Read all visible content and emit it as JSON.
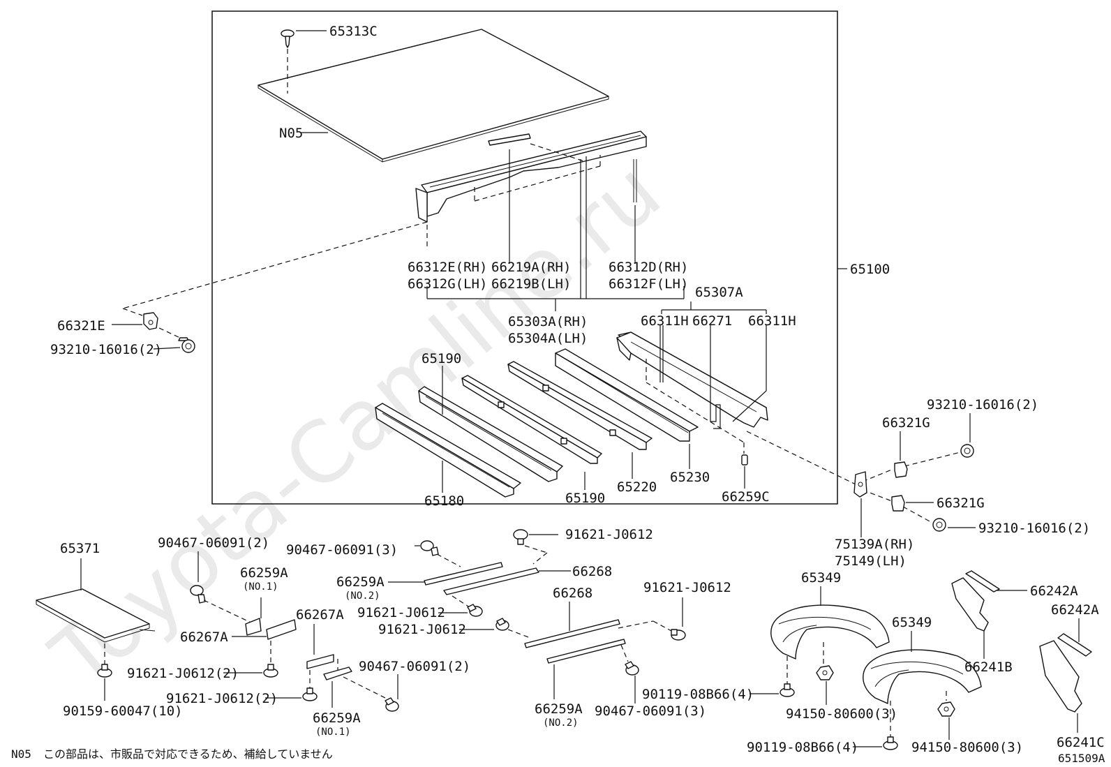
{
  "watermark": "Toyota-Camline.ru",
  "diagram_code": "651509A",
  "footnote": {
    "code": "N05",
    "text": "この部品は、市販品で対応できるため、補給していません"
  },
  "labels": {
    "p65313C": "65313C",
    "pN05": "N05",
    "p66312E": "66312E(RH)",
    "p66312G": "66312G(LH)",
    "p66219A": "66219A(RH)",
    "p66219B": "66219B(LH)",
    "p66312D": "66312D(RH)",
    "p66312F": "66312F(LH)",
    "p65100": "65100",
    "p65307A": "65307A",
    "p66321E": "66321E",
    "p93210_a": "93210-16016(2)",
    "p65303A": "65303A(RH)",
    "p65304A": "65304A(LH)",
    "p66311H_a": "66311H",
    "p66271": "66271",
    "p66311H_b": "66311H",
    "p65190_a": "65190",
    "p65190_b": "65190",
    "p65180": "65180",
    "p65220": "65220",
    "p65230": "65230",
    "p66259C": "66259C",
    "p93210_b": "93210-16016(2)",
    "p66321G_a": "66321G",
    "p66321G_b": "66321G",
    "p93210_c": "93210-16016(2)",
    "p75139A": "75139A(RH)",
    "p75149": "75149(LH)",
    "p65371": "65371",
    "p90467_a": "90467-06091(2)",
    "p90467_b": "90467-06091(3)",
    "p91621_a": "91621-J0612",
    "p66259A_a": "66259A",
    "p66259A_a_sub": "(NO.1)",
    "p66259A_b": "66259A",
    "p66259A_b_sub": "(NO.2)",
    "p66268_a": "66268",
    "p66268_b": "66268",
    "p66267A_a": "66267A",
    "p66267A_b": "66267A",
    "p91621_b": "91621-J0612",
    "p91621_c": "91621-J0612",
    "p91621_d": "91621-J0612",
    "p91621_e": "91621-J0612(2)",
    "p91621_f": "91621-J0612(2)",
    "p90467_c": "90467-06091(2)",
    "p90159": "90159-60047(10)",
    "p66259A_c": "66259A",
    "p66259A_c_sub": "(NO.1)",
    "p66259A_d": "66259A",
    "p66259A_d_sub": "(NO.2)",
    "p90467_d": "90467-06091(3)",
    "p65349_a": "65349",
    "p65349_b": "65349",
    "p90119_a": "90119-08B66(4)",
    "p94150_a": "94150-80600(3)",
    "p90119_b": "90119-08B66(4)",
    "p94150_b": "94150-80600(3)",
    "p66242A_a": "66242A",
    "p66242A_b": "66242A",
    "p66241B": "66241B",
    "p66241C": "66241C"
  }
}
